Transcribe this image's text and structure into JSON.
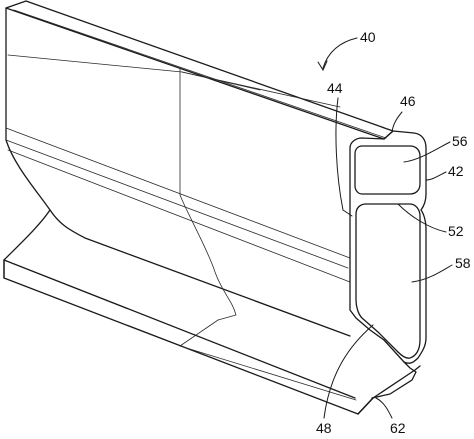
{
  "figure": {
    "references": {
      "r40": "40",
      "r44": "44",
      "r46": "46",
      "r56": "56",
      "r42": "42",
      "r52": "52",
      "r58": "58",
      "r48": "48",
      "r62": "62"
    }
  }
}
